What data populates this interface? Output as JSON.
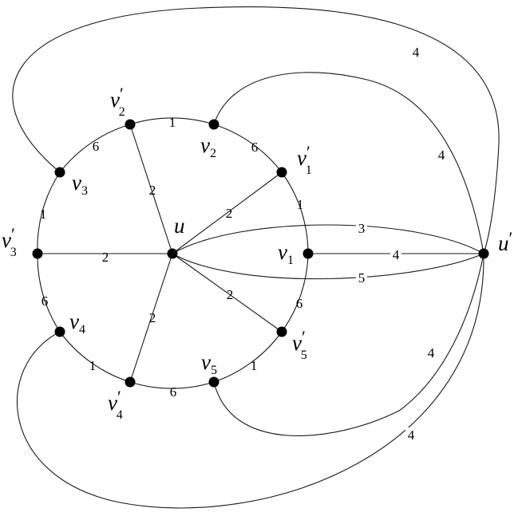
{
  "vertices": {
    "u": {
      "base": "u",
      "sub": "",
      "prime": false
    },
    "u_p": {
      "base": "u",
      "sub": "",
      "prime": true
    },
    "v1": {
      "base": "v",
      "sub": "1",
      "prime": false
    },
    "v1p": {
      "base": "v",
      "sub": "1",
      "prime": true
    },
    "v2": {
      "base": "v",
      "sub": "2",
      "prime": false
    },
    "v2p": {
      "base": "v",
      "sub": "2",
      "prime": true
    },
    "v3": {
      "base": "v",
      "sub": "3",
      "prime": false
    },
    "v3p": {
      "base": "v",
      "sub": "3",
      "prime": true
    },
    "v4": {
      "base": "v",
      "sub": "4",
      "prime": false
    },
    "v4p": {
      "base": "v",
      "sub": "4",
      "prime": true
    },
    "v5": {
      "base": "v",
      "sub": "5",
      "prime": false
    },
    "v5p": {
      "base": "v",
      "sub": "5",
      "prime": true
    }
  },
  "edges": {
    "v2p_v2": "1",
    "v2_v1p": "6",
    "v1p_v1": "1",
    "v1_v5p": "6",
    "v5p_v5": "1",
    "v5_v4p": "6",
    "v4p_v4": "1",
    "v4_v3p": "6",
    "v3p_v3": "1",
    "v3_v2p": "6",
    "u_v2p": "2",
    "u_v1p": "2",
    "u_v3p": "2",
    "u_v5p": "2",
    "u_v4p": "2",
    "u_up_top": "3",
    "u_up_bottom": "5",
    "v1_up": "4",
    "v3_up": "4",
    "v2_up": "4",
    "v5_up": "4",
    "v4_up": "4"
  }
}
